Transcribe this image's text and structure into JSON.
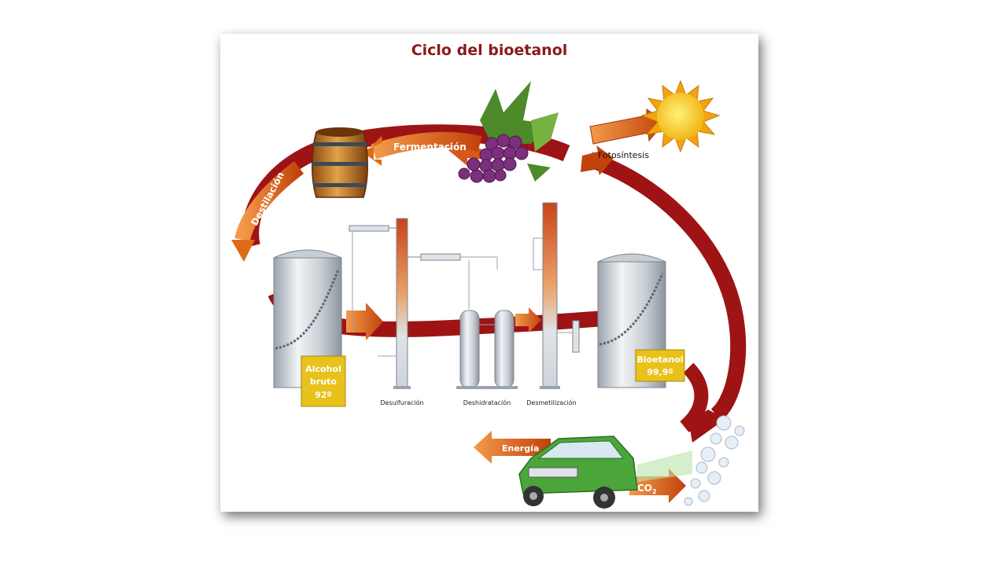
{
  "diagram": {
    "title": "Ciclo del bioetanol",
    "labels": {
      "fotosintesis": "Fotosíntesis",
      "fermentacion": "Fermentación",
      "destilacion": "Destilación",
      "alcohol_line1": "Alcohol",
      "alcohol_line2": "bruto",
      "alcohol_line3": "92º",
      "bioetanol_line1": "Bioetanol",
      "bioetanol_line2": "99,9º",
      "desulfuracion": "Desulfuración",
      "deshidratacion": "Deshidratación",
      "desmetilizacion": "Desmetilización",
      "energia": "Energía",
      "co2": "CO",
      "co2_sub": "2"
    },
    "colors": {
      "title": "#8b1a1a",
      "cycle_arrow": "#9e1414",
      "process_arrow": "#e06a1a",
      "label_box": "#e8c21a",
      "car": "#4aa63a"
    }
  }
}
